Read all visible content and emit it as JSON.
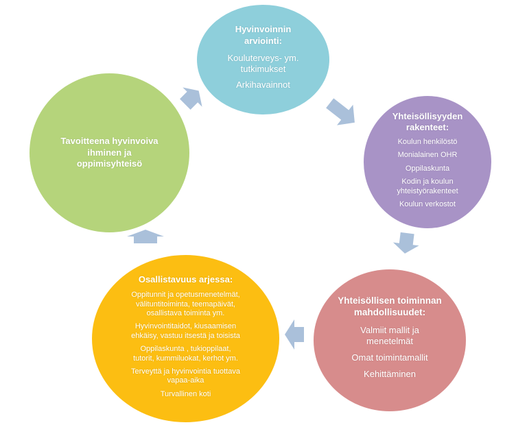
{
  "colors": {
    "top": "#8ecfdb",
    "right": "#a893c6",
    "bottom_right": "#d78c8c",
    "bottom_left": "#fcbe12",
    "left": "#b5d47b",
    "arrow": "#aac0da"
  },
  "cycle": {
    "top": {
      "title": "Hyvinvoinnin\narviointi:",
      "lines": [
        "Kouluterveys- ym.\ntutkimukset",
        "Arkihavainnot"
      ]
    },
    "right": {
      "title": "Yhteisöllisyyden\nrakenteet:",
      "lines": [
        "Koulun henkilöstö",
        "Monialainen OHR",
        "Oppilaskunta",
        "Kodin ja koulun\nyhteistyörakenteet",
        "Koulun verkostot"
      ]
    },
    "bottom_right": {
      "title": "Yhteisöllisen toiminnan\nmahdollisuudet:",
      "lines": [
        "Valmiit mallit ja\nmenetelmät",
        "Omat toimintamallit",
        "Kehittäminen"
      ]
    },
    "bottom_left": {
      "title": "Osallistavuus arjessa:",
      "lines": [
        "Oppitunnit ja opetusmenetelmät,\nvälituntitoiminta, teemapäivät,\nosallistava toiminta ym.",
        "Hyvinvointitaidot, kiusaamisen\nehkäisy, vastuu itsestä ja toisista",
        "Oppilaskunta , tukioppilaat,\ntutorit, kummiluokat, kerhot ym.",
        "Terveyttä ja hyvinvointia tuottava\nvapaa-aika",
        "Turvallinen koti"
      ]
    },
    "left": {
      "title": "Tavoitteena hyvinvoiva\nihminen ja\noppimisyhteisö"
    }
  }
}
